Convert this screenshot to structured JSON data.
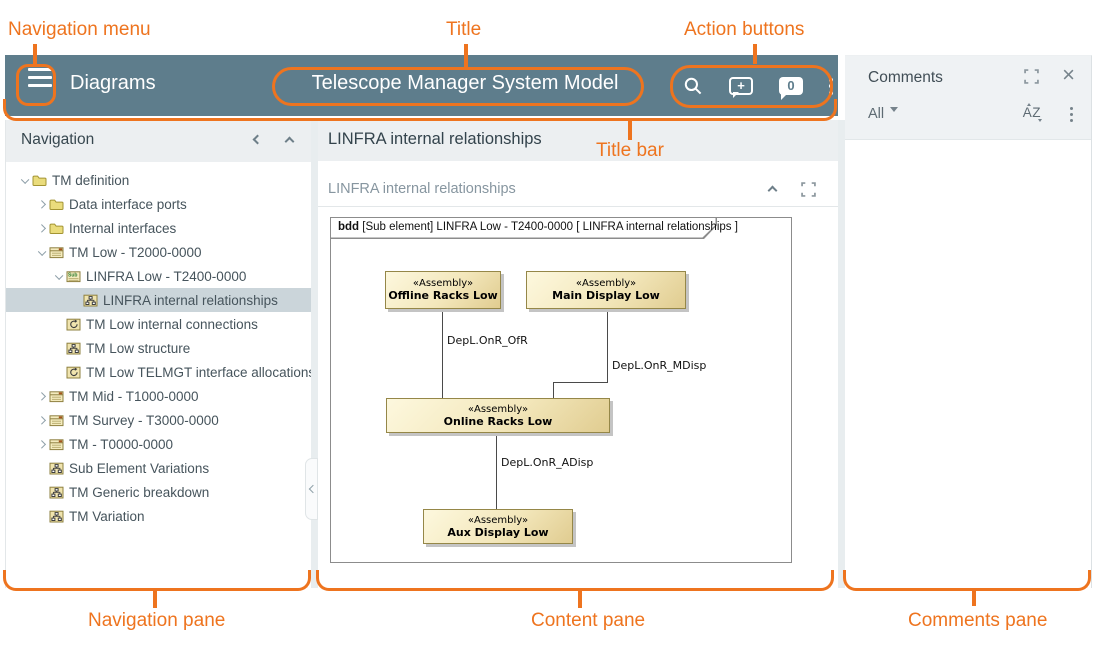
{
  "annotations": {
    "color": "#EE741F",
    "navigation_menu": "Navigation menu",
    "title": "Title",
    "action_buttons": "Action buttons",
    "title_bar": "Title bar",
    "navigation_pane": "Navigation pane",
    "content_pane": "Content pane",
    "comments_pane": "Comments pane"
  },
  "title_bar": {
    "color": "#5E7D8C",
    "app_title": "Diagrams",
    "document_title": "Telescope Manager System Model",
    "add_comment_glyph": "+",
    "comment_count": "0"
  },
  "navigation": {
    "header": "Navigation",
    "tree": [
      {
        "label": "TM definition",
        "level": 0,
        "icon": "folder",
        "caret": "expanded",
        "selected": false
      },
      {
        "label": "Data interface ports",
        "level": 1,
        "icon": "folder",
        "caret": "collapsed",
        "selected": false
      },
      {
        "label": "Internal interfaces",
        "level": 1,
        "icon": "folder",
        "caret": "collapsed",
        "selected": false
      },
      {
        "label": "TM Low - T2000-0000",
        "level": 1,
        "icon": "element",
        "caret": "expanded",
        "selected": false
      },
      {
        "label": "LINFRA Low - T2400-0000",
        "level": 2,
        "icon": "subelement",
        "caret": "expanded",
        "selected": false
      },
      {
        "label": "LINFRA internal relationships",
        "level": 3,
        "icon": "bdd-diagram",
        "caret": "none",
        "selected": true
      },
      {
        "label": "TM Low internal connections",
        "level": 2,
        "icon": "ibd-diagram",
        "caret": "none",
        "selected": false
      },
      {
        "label": "TM Low structure",
        "level": 2,
        "icon": "bdd-diagram",
        "caret": "none",
        "selected": false
      },
      {
        "label": "TM Low TELMGT interface allocations",
        "level": 2,
        "icon": "ibd-diagram",
        "caret": "none",
        "selected": false
      },
      {
        "label": "TM Mid - T1000-0000",
        "level": 1,
        "icon": "element",
        "caret": "collapsed",
        "selected": false
      },
      {
        "label": "TM Survey - T3000-0000",
        "level": 1,
        "icon": "element",
        "caret": "collapsed",
        "selected": false
      },
      {
        "label": "TM - T0000-0000",
        "level": 1,
        "icon": "element",
        "caret": "collapsed",
        "selected": false
      },
      {
        "label": "Sub Element Variations",
        "level": 1,
        "icon": "bdd-diagram",
        "caret": "none",
        "selected": false
      },
      {
        "label": "TM Generic breakdown",
        "level": 1,
        "icon": "bdd-diagram",
        "caret": "none",
        "selected": false
      },
      {
        "label": "TM Variation",
        "level": 1,
        "icon": "bdd-diagram",
        "caret": "none",
        "selected": false
      }
    ]
  },
  "content": {
    "page_title": "LINFRA internal relationships",
    "section_title": "LINFRA internal relationships",
    "diagram": {
      "frame_keyword": "bdd",
      "frame_label": " [Sub element] LINFRA Low - T2400-0000 [ LINFRA internal relationships ]",
      "blocks": [
        {
          "stereotype": "«Assembly»",
          "name": "Offline Racks Low"
        },
        {
          "stereotype": "«Assembly»",
          "name": "Main Display Low"
        },
        {
          "stereotype": "«Assembly»",
          "name": "Online Racks Low"
        },
        {
          "stereotype": "«Assembly»",
          "name": "Aux Display Low"
        }
      ],
      "connector_labels": [
        "DepL.OnR_OfR",
        "DepL.OnR_MDisp",
        "DepL.OnR_ADisp"
      ]
    }
  },
  "comments": {
    "header": "Comments",
    "filter_label": "All",
    "sort_letters": "AZ"
  }
}
